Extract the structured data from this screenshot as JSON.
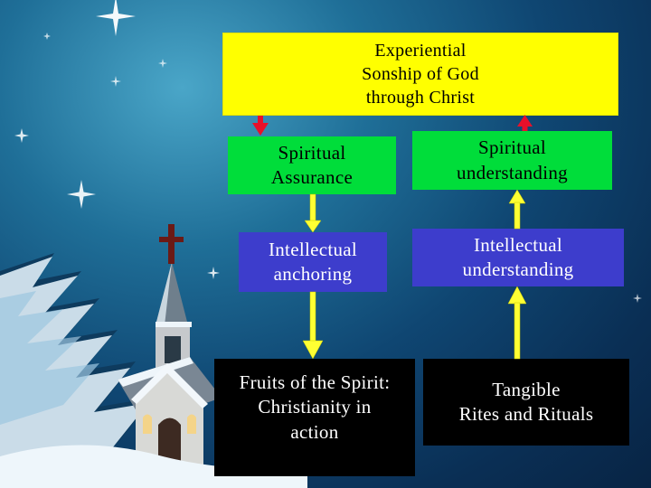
{
  "boxes": {
    "top": "Experiential\nSonship of God\nthrough Christ",
    "spiritual_assurance": "Spiritual\nAssurance",
    "spiritual_understanding": "Spiritual\nunderstanding",
    "intellectual_anchoring": "Intellectual\nanchoring",
    "intellectual_understanding": "Intellectual\nunderstanding",
    "fruits": "Fruits of the Spirit:\nChristianity in\naction",
    "tangible": "Tangible\nRites and Rituals"
  },
  "colors": {
    "top_box": "#ffff00",
    "spiritual_boxes": "#00dd3a",
    "intellectual_boxes": "#3d3dcc",
    "bottom_boxes": "#000000",
    "arrow_red": "#e8102a",
    "arrow_yellow": "#ffff33"
  },
  "background": {
    "scene": "winter night with snowy fir tree and church with cross"
  }
}
